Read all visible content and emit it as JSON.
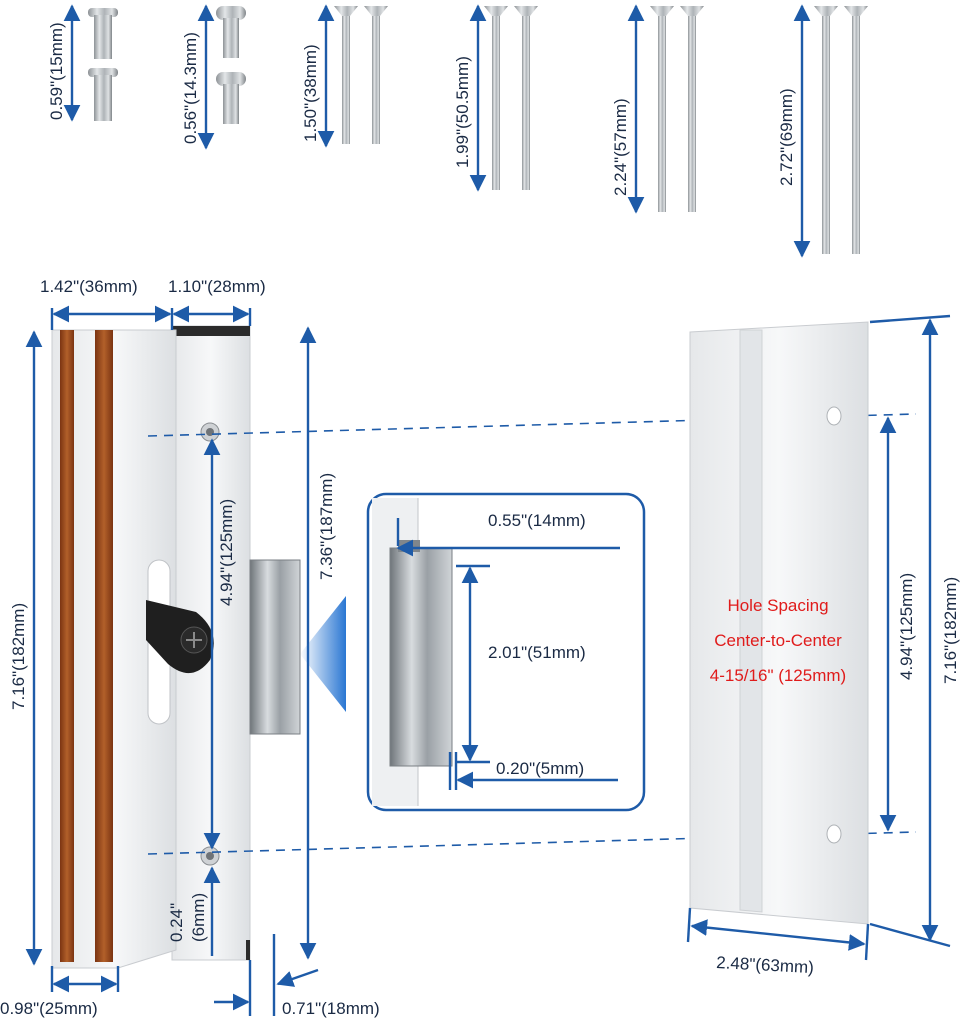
{
  "screws": [
    {
      "label": "0.59\"(15mm)"
    },
    {
      "label": "0.56\"(14.3mm)"
    },
    {
      "label": "1.50\"(38mm)"
    },
    {
      "label": "1.99\"(50.5mm)"
    },
    {
      "label": "2.24\"(57mm)"
    },
    {
      "label": "2.72\"(69mm)"
    }
  ],
  "handle": {
    "width_handle": "1.42\"(36mm)",
    "width_base": "1.10\"(28mm)",
    "height_handle": "7.16\"(182mm)",
    "height_total": "7.36\"(187mm)",
    "hole_spacing": "4.94\"(125mm)",
    "hole_offset": "0.24\"",
    "hole_offset_mm": "(6mm)",
    "bottom_width": "0.98\"(25mm)",
    "base_depth": "0.71\"(18mm)"
  },
  "detail": {
    "hook_depth": "0.55\"(14mm)",
    "hook_height": "2.01\"(51mm)",
    "hook_thickness": "0.20\"(5mm)"
  },
  "plate": {
    "note_line1": "Hole Spacing",
    "note_line2": "Center-to-Center",
    "note_line3": "4-15/16\" (125mm)",
    "hole_spacing": "4.94\"(125mm)",
    "height": "7.16\"(182mm)",
    "width": "2.48\"(63mm)"
  },
  "colors": {
    "dimension": "#1e5ba8",
    "note": "#e01b1b",
    "wood": "#9a4a1c"
  }
}
